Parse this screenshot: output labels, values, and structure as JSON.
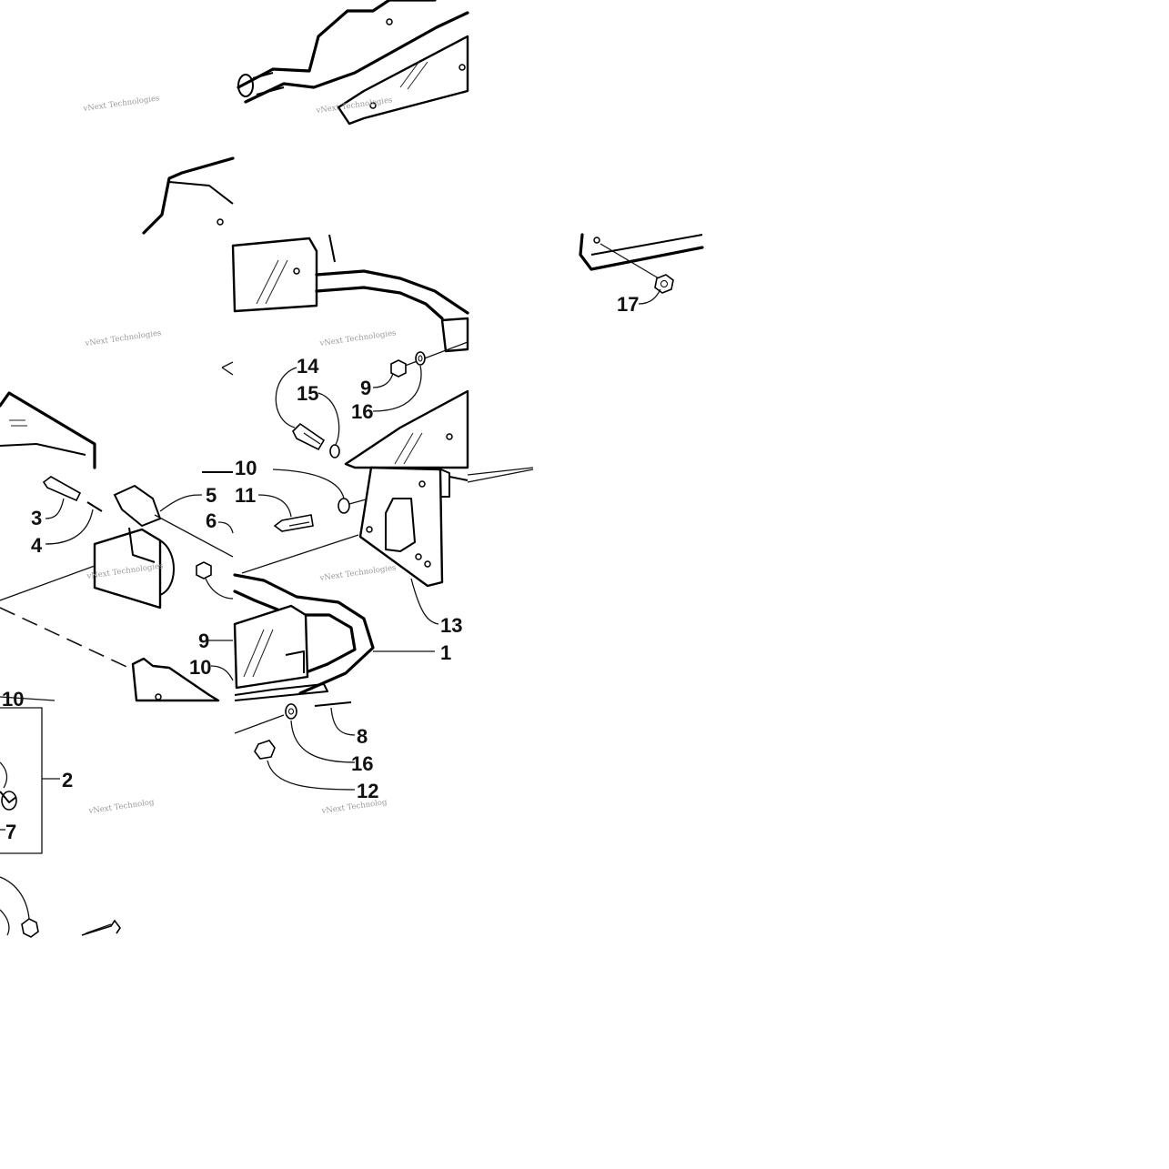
{
  "diagram": {
    "callouts": [
      {
        "id": "17",
        "label": "17"
      },
      {
        "id": "14",
        "label": "14"
      },
      {
        "id": "15",
        "label": "15"
      },
      {
        "id": "9-top",
        "label": "9"
      },
      {
        "id": "16-top",
        "label": "16"
      },
      {
        "id": "10-cut",
        "label": "10"
      },
      {
        "id": "11",
        "label": "11"
      },
      {
        "id": "5",
        "label": "5"
      },
      {
        "id": "6",
        "label": "6"
      },
      {
        "id": "3",
        "label": "3"
      },
      {
        "id": "4",
        "label": "4"
      },
      {
        "id": "13",
        "label": "13"
      },
      {
        "id": "1",
        "label": "1"
      },
      {
        "id": "9-mid",
        "label": "9"
      },
      {
        "id": "10-mid",
        "label": "10"
      },
      {
        "id": "10-low",
        "label": "10"
      },
      {
        "id": "2",
        "label": "2"
      },
      {
        "id": "7",
        "label": "7"
      },
      {
        "id": "8",
        "label": "8"
      },
      {
        "id": "16-low",
        "label": "16"
      },
      {
        "id": "12",
        "label": "12"
      }
    ],
    "watermark": {
      "text": "vNext Technologies",
      "text_short": "vNext Technolog"
    }
  }
}
